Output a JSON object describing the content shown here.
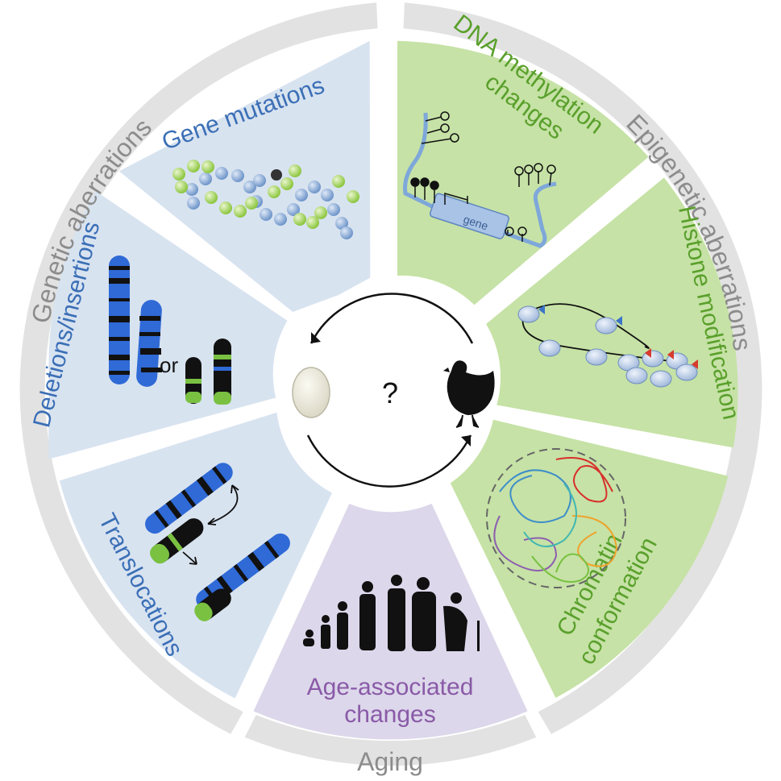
{
  "rings": {
    "genetic": "Genetic aberrations",
    "epigenetic": "Epigenetic aberrations",
    "aging": "Aging"
  },
  "segments": {
    "gene_mutations": "Gene mutations",
    "deletions_insertions": "Deletions/insertions",
    "or_word": "or",
    "translocations": "Translocations",
    "dna_methylation_1": "DNA methylation",
    "dna_methylation_2": "changes",
    "gene_box": "gene",
    "histone_modification": "Histone modification",
    "chromatin_1": "Chromatin",
    "chromatin_2": "conformation",
    "age_1": "Age-associated",
    "age_2": "changes"
  },
  "center": {
    "question": "?"
  },
  "colors": {
    "ring": "#e2e2e2",
    "genetic_fill": "#d8e3f0",
    "epigenetic_fill": "#c6e2a6",
    "aging_fill": "#dcd7ea",
    "genetic_text": "#3b6fb6",
    "epigenetic_text": "#5aa02c",
    "aging_text": "#8a5aa8",
    "ring_text": "#8c8c8c"
  },
  "icons": [
    "egg-icon",
    "chicken-icon",
    "dna-strand-icon",
    "chromosome-icon",
    "human-silhouettes-icon",
    "nucleosome-icon",
    "chromatin-ball-icon"
  ]
}
